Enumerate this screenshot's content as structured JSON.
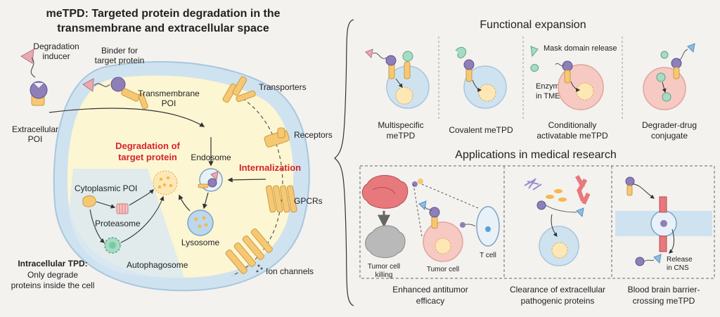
{
  "main_title": {
    "line1": "meTPD: Targeted protein degradation in the",
    "line2": "transmembrane and extracellular space"
  },
  "left": {
    "degradation_inducer": [
      "Degradation",
      "inducer"
    ],
    "binder": [
      "Binder for",
      "target protein"
    ],
    "transmembrane_poi": [
      "Transmembrane",
      "POI"
    ],
    "extracellular_poi": [
      "Extracellular",
      "POI"
    ],
    "transporters": "Transporters",
    "receptors": "Receptors",
    "gpcrs": "GPCRs",
    "ion_channels": "Ion channels",
    "degradation_target": [
      "Degradation of",
      "target protein"
    ],
    "endosome": "Endosome",
    "internalization": "Internalization",
    "cytoplasmic_poi": "Cytoplasmic POI",
    "proteasome": "Proteasome",
    "lysosome": "Lysosome",
    "autophagosome": "Autophagosome",
    "intracellular_tpd": [
      "Intracellular TPD:",
      "Only degrade",
      "proteins inside the cell"
    ]
  },
  "functional": {
    "title": "Functional expansion",
    "mask_release": "Mask domain release",
    "enzyme": [
      "Enzyme",
      "in TME"
    ],
    "items": [
      [
        "Multispecific",
        "meTPD"
      ],
      [
        "Covalent meTPD"
      ],
      [
        "Conditionally",
        "activatable meTPD"
      ],
      [
        "Degrader-drug",
        "conjugate"
      ]
    ]
  },
  "applications": {
    "title": "Applications in medical research",
    "tumor_killing": [
      "Tumor cell",
      "killing"
    ],
    "tumor_cell": "Tumor cell",
    "t_cell": "T cell",
    "release_cns": [
      "Release",
      "in CNS"
    ],
    "items": [
      [
        "Enhanced antitumor",
        "efficacy"
      ],
      [
        "Clearance of extracellular",
        "pathogenic proteins"
      ],
      [
        "Blood brain barrier-",
        "crossing meTPD"
      ]
    ]
  },
  "colors": {
    "cytoplasm": "#fdf6d3",
    "membrane": "#cfe2f0",
    "highlight_red": "#d6242c",
    "lysosome_blue": "#bcd8ee",
    "degrader_orange": "#f7c873",
    "target_purple": "#8e7fb8",
    "cell_pink": "#f6c9c3"
  }
}
